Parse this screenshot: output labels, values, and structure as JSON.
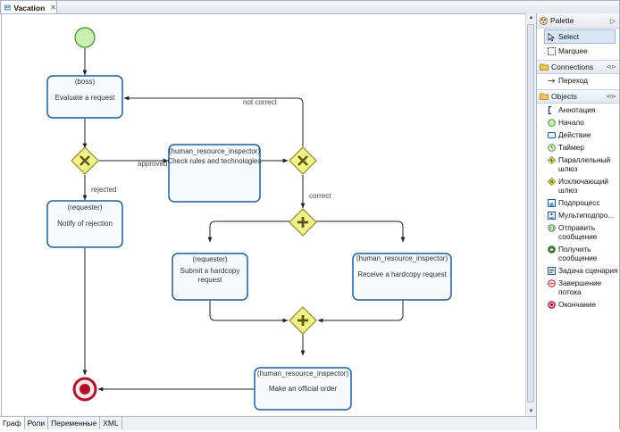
{
  "editor_tab": {
    "title": "Vacation",
    "close": "✕"
  },
  "diagram": {
    "tasks": [
      {
        "role": "(boss)",
        "label": [
          "Evaluate a request"
        ]
      },
      {
        "role": "(human_resource_inspector)",
        "label": [
          "Check rules and technologies"
        ]
      },
      {
        "role": "(requester)",
        "label": [
          "Notify of rejection"
        ]
      },
      {
        "role": "(requester)",
        "label": [
          "Submit a hardcopy",
          "request"
        ]
      },
      {
        "role": "(human_resource_inspector)",
        "label": [
          "Receive a hardcopy request"
        ]
      },
      {
        "role": "(human_resource_inspector)",
        "label": [
          "Make an official order"
        ]
      }
    ],
    "flow_labels": {
      "approved": "approved",
      "rejected": "rejected",
      "not_correct": "not correct",
      "correct": "correct"
    }
  },
  "bottom_tabs": [
    "Граф",
    "Роли",
    "Переменные",
    "XML"
  ],
  "palette": {
    "title": "Palette",
    "tools": [
      {
        "label": "Select",
        "icon": "cursor-icon"
      },
      {
        "label": "Marquee",
        "icon": "marquee-icon"
      }
    ],
    "connections": {
      "title": "Connections",
      "items": [
        {
          "label": "Переход",
          "icon": "transition-arrow-icon"
        }
      ]
    },
    "objects": {
      "title": "Objects",
      "items": [
        {
          "label": [
            "Аннотация"
          ],
          "icon": "annotation-icon"
        },
        {
          "label": [
            "Начало"
          ],
          "icon": "start-event-icon"
        },
        {
          "label": [
            "Действие"
          ],
          "icon": "task-icon"
        },
        {
          "label": [
            "Таймер"
          ],
          "icon": "timer-icon"
        },
        {
          "label": [
            "Параллельный",
            "шлюз"
          ],
          "icon": "parallel-gateway-icon"
        },
        {
          "label": [
            "Исключающий",
            "шлюз"
          ],
          "icon": "exclusive-gateway-icon"
        },
        {
          "label": [
            "Подпроцесс"
          ],
          "icon": "subprocess-icon"
        },
        {
          "label": [
            "Мультиподпро..."
          ],
          "icon": "multi-subprocess-icon"
        },
        {
          "label": [
            "Отправить",
            "сообщение"
          ],
          "icon": "send-message-icon"
        },
        {
          "label": [
            "Получить",
            "сообщение"
          ],
          "icon": "receive-message-icon"
        },
        {
          "label": [
            "Задача сценария"
          ],
          "icon": "script-task-icon"
        },
        {
          "label": [
            "Завершение",
            "потока"
          ],
          "icon": "end-token-icon"
        },
        {
          "label": [
            "Окончание"
          ],
          "icon": "end-event-icon"
        }
      ]
    }
  },
  "colors": {
    "task_border": "#1f5f97",
    "task_fill": "#f7f9fc",
    "gateway_fill": "#f1f28c",
    "gateway_border": "#8c8c1e",
    "start_fill": "#c8f0b0",
    "end_color": "#b0102a",
    "flow": "#222222"
  }
}
